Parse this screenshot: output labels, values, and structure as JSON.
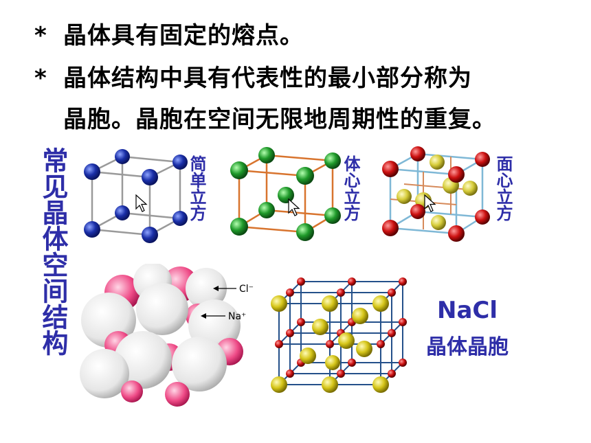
{
  "bullets": [
    {
      "star": "*",
      "text": "晶体具有固定的熔点。"
    },
    {
      "star": "*",
      "text": "晶体结构中具有代表性的最小部分称为"
    }
  ],
  "bullet_continuation": "晶胞。晶胞在空间无限地周期性的重复。",
  "side_title": "常见晶体空间结构",
  "cells": [
    {
      "label": "简单立方",
      "atom_color": "#1a2fa8"
    },
    {
      "label": "体心立方",
      "atom_color": "#1f9a2a",
      "edge_color": "#d8742e"
    },
    {
      "label": "面心立方",
      "corner_color": "#cc1111",
      "face_color": "#d6cc3a",
      "edge_color": "#7fb8d6"
    }
  ],
  "ion_labels": {
    "cl": "Cl⁻",
    "na": "Na⁺"
  },
  "nacl": {
    "title": "NaCl",
    "subtitle": "晶体晶胞"
  },
  "colors": {
    "accent_text": "#2e2ea8"
  }
}
